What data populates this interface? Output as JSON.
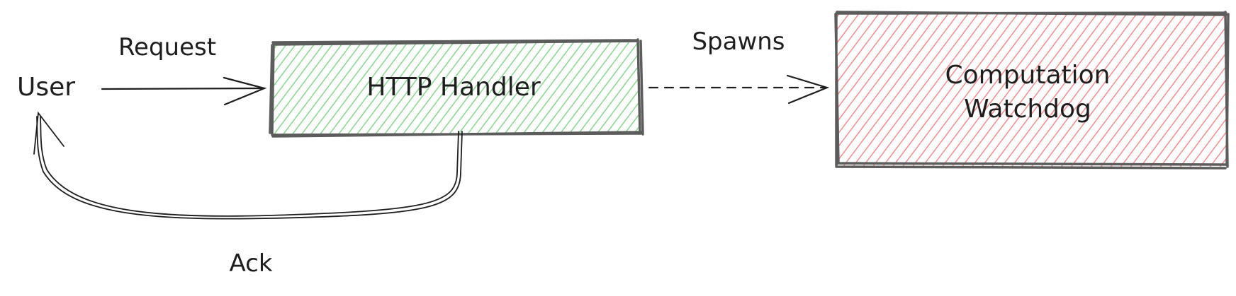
{
  "colors": {
    "background": "#ffffff",
    "stroke": "#5c5c5c",
    "ink": "#1e1e1e",
    "handler_fill": "#7fcf86",
    "watchdog_fill": "#f08080"
  },
  "nodes": {
    "user": {
      "label": "User"
    },
    "http_handler": {
      "label": "HTTP Handler"
    },
    "watchdog": {
      "label_line1": "Computation",
      "label_line2": "Watchdog"
    }
  },
  "edges": {
    "request": {
      "label": "Request",
      "style": "solid"
    },
    "spawns": {
      "label": "Spawns",
      "style": "dashed"
    },
    "ack": {
      "label": "Ack",
      "style": "solid-double"
    }
  }
}
